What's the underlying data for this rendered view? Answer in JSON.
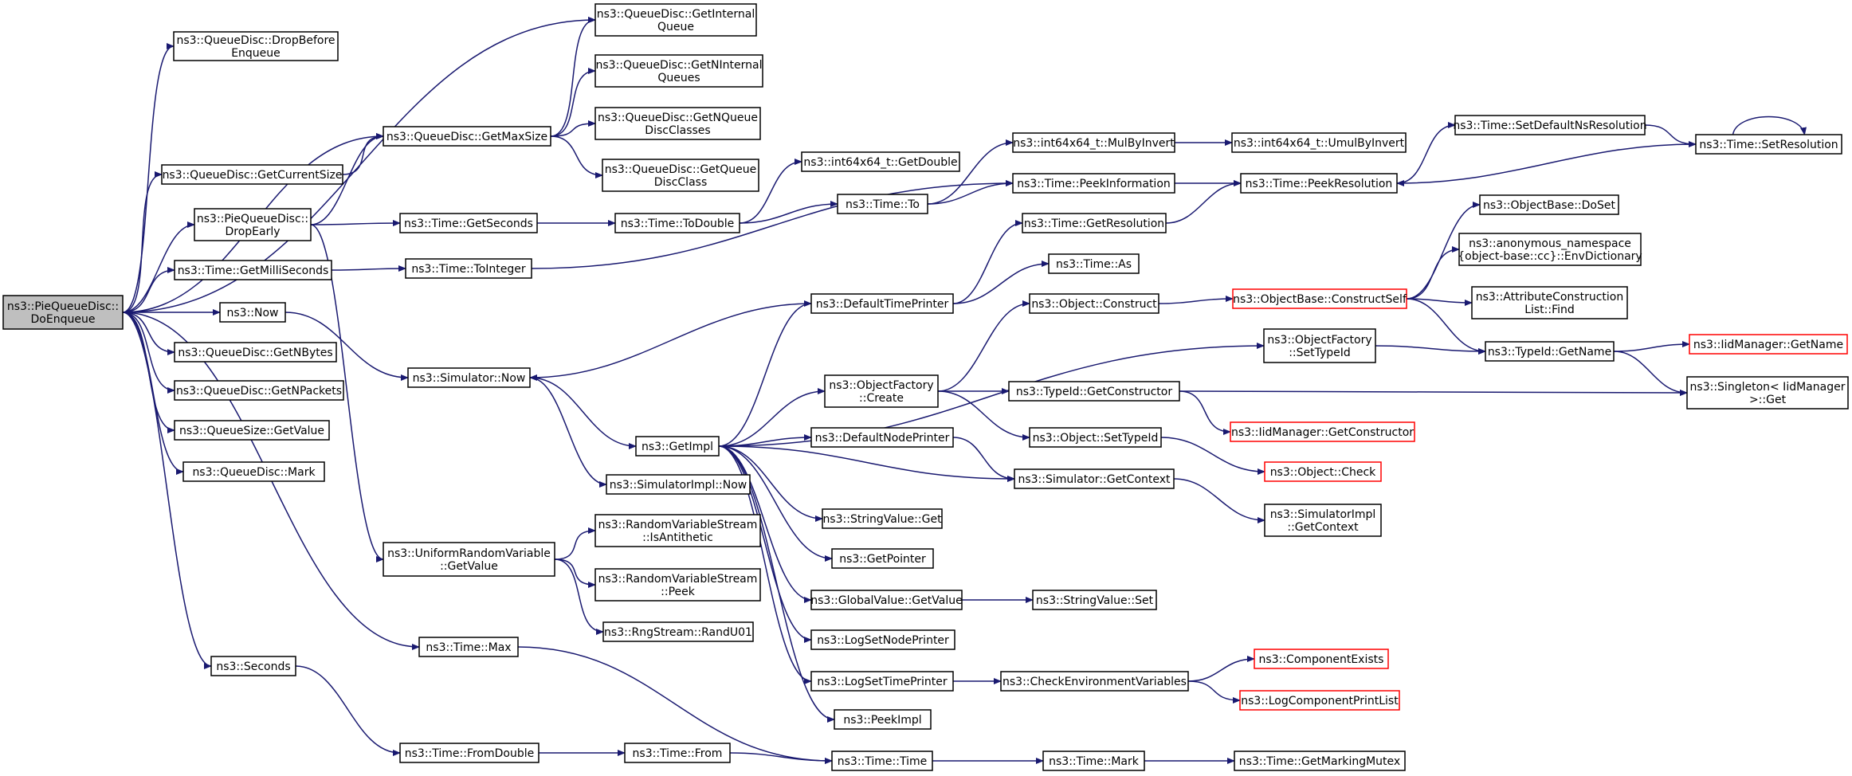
{
  "colors": {
    "edge": "#191970",
    "node_border": "#000000",
    "highlight_border": "#ff0000",
    "root_fill": "#bfbfbf",
    "node_fill": "#ffffff"
  },
  "nodes": [
    {
      "id": "root",
      "lines": [
        "ns3::PieQueueDisc::",
        "DoEnqueue"
      ],
      "style": "root"
    },
    {
      "id": "qd_dropbefore",
      "lines": [
        "ns3::QueueDisc::DropBefore",
        "Enqueue"
      ]
    },
    {
      "id": "qd_getcursize",
      "lines": [
        "ns3::QueueDisc::GetCurrentSize"
      ]
    },
    {
      "id": "pie_dropearly",
      "lines": [
        "ns3::PieQueueDisc::",
        "DropEarly"
      ]
    },
    {
      "id": "time_getmilli",
      "lines": [
        "ns3::Time::GetMilliSeconds"
      ]
    },
    {
      "id": "now",
      "lines": [
        "ns3::Now"
      ]
    },
    {
      "id": "qd_getnbytes",
      "lines": [
        "ns3::QueueDisc::GetNBytes"
      ]
    },
    {
      "id": "qd_getnpackets",
      "lines": [
        "ns3::QueueDisc::GetNPackets"
      ]
    },
    {
      "id": "qs_getvalue",
      "lines": [
        "ns3::QueueSize::GetValue"
      ]
    },
    {
      "id": "qd_mark",
      "lines": [
        "ns3::QueueDisc::Mark"
      ]
    },
    {
      "id": "seconds",
      "lines": [
        "ns3::Seconds"
      ]
    },
    {
      "id": "qd_getmaxsize",
      "lines": [
        "ns3::QueueDisc::GetMaxSize"
      ]
    },
    {
      "id": "qd_getinternalq",
      "lines": [
        "ns3::QueueDisc::GetInternal",
        "Queue"
      ]
    },
    {
      "id": "qd_getninternalq",
      "lines": [
        "ns3::QueueDisc::GetNInternal",
        "Queues"
      ]
    },
    {
      "id": "qd_getnqdc",
      "lines": [
        "ns3::QueueDisc::GetNQueue",
        "DiscClasses"
      ]
    },
    {
      "id": "qd_getqdc",
      "lines": [
        "ns3::QueueDisc::GetQueue",
        "DiscClass"
      ]
    },
    {
      "id": "time_getseconds",
      "lines": [
        "ns3::Time::GetSeconds"
      ]
    },
    {
      "id": "time_toint",
      "lines": [
        "ns3::Time::ToInteger"
      ]
    },
    {
      "id": "sim_now",
      "lines": [
        "ns3::Simulator::Now"
      ]
    },
    {
      "id": "urv_getvalue",
      "lines": [
        "ns3::UniformRandomVariable",
        "::GetValue"
      ]
    },
    {
      "id": "time_max",
      "lines": [
        "ns3::Time::Max"
      ]
    },
    {
      "id": "time_fromdouble",
      "lines": [
        "ns3::Time::FromDouble"
      ]
    },
    {
      "id": "int_getdouble",
      "lines": [
        "ns3::int64x64_t::GetDouble"
      ]
    },
    {
      "id": "time_todouble",
      "lines": [
        "ns3::Time::ToDouble"
      ]
    },
    {
      "id": "getimpl",
      "lines": [
        "ns3::GetImpl"
      ]
    },
    {
      "id": "simimpl_now",
      "lines": [
        "ns3::SimulatorImpl::Now"
      ]
    },
    {
      "id": "rvs_isanti",
      "lines": [
        "ns3::RandomVariableStream",
        "::IsAntithetic"
      ]
    },
    {
      "id": "rvs_peek",
      "lines": [
        "ns3::RandomVariableStream",
        "::Peek"
      ]
    },
    {
      "id": "rng_randu01",
      "lines": [
        "ns3::RngStream::RandU01"
      ]
    },
    {
      "id": "time_from",
      "lines": [
        "ns3::Time::From"
      ]
    },
    {
      "id": "time_to",
      "lines": [
        "ns3::Time::To"
      ]
    },
    {
      "id": "defaulttimeprinter",
      "lines": [
        "ns3::DefaultTimePrinter"
      ]
    },
    {
      "id": "of_create",
      "lines": [
        "ns3::ObjectFactory",
        "::Create"
      ]
    },
    {
      "id": "defaultnodeprinter",
      "lines": [
        "ns3::DefaultNodePrinter"
      ]
    },
    {
      "id": "stringvalue_get",
      "lines": [
        "ns3::StringValue::Get"
      ]
    },
    {
      "id": "getpointer",
      "lines": [
        "ns3::GetPointer"
      ]
    },
    {
      "id": "gv_getvalue",
      "lines": [
        "ns3::GlobalValue::GetValue"
      ]
    },
    {
      "id": "logsetnodeprinter",
      "lines": [
        "ns3::LogSetNodePrinter"
      ]
    },
    {
      "id": "logsettimeprinter",
      "lines": [
        "ns3::LogSetTimePrinter"
      ]
    },
    {
      "id": "peekimpl",
      "lines": [
        "ns3::PeekImpl"
      ]
    },
    {
      "id": "time_time",
      "lines": [
        "ns3::Time::Time"
      ]
    },
    {
      "id": "int_mulbyinvert",
      "lines": [
        "ns3::int64x64_t::MulByInvert"
      ]
    },
    {
      "id": "time_peekinfo",
      "lines": [
        "ns3::Time::PeekInformation"
      ]
    },
    {
      "id": "time_getres",
      "lines": [
        "ns3::Time::GetResolution"
      ]
    },
    {
      "id": "time_as",
      "lines": [
        "ns3::Time::As"
      ]
    },
    {
      "id": "obj_construct",
      "lines": [
        "ns3::Object::Construct"
      ]
    },
    {
      "id": "typeid_getconstructor",
      "lines": [
        "ns3::TypeId::GetConstructor"
      ]
    },
    {
      "id": "obj_settypeid",
      "lines": [
        "ns3::Object::SetTypeId"
      ]
    },
    {
      "id": "sim_getcontext",
      "lines": [
        "ns3::Simulator::GetContext"
      ]
    },
    {
      "id": "stringvalue_set",
      "lines": [
        "ns3::StringValue::Set"
      ]
    },
    {
      "id": "checkenvvars",
      "lines": [
        "ns3::CheckEnvironmentVariables"
      ]
    },
    {
      "id": "time_mark",
      "lines": [
        "ns3::Time::Mark"
      ]
    },
    {
      "id": "int_umulbyinvert",
      "lines": [
        "ns3::int64x64_t::UmulByInvert"
      ]
    },
    {
      "id": "time_peekres",
      "lines": [
        "ns3::Time::PeekResolution"
      ]
    },
    {
      "id": "ob_constructself",
      "lines": [
        "ns3::ObjectBase::ConstructSelf"
      ],
      "style": "highlight"
    },
    {
      "id": "of_settypeid",
      "lines": [
        "ns3::ObjectFactory",
        "::SetTypeId"
      ]
    },
    {
      "id": "iid_getconstructor",
      "lines": [
        "ns3::IidManager::GetConstructor"
      ],
      "style": "highlight"
    },
    {
      "id": "obj_check",
      "lines": [
        "ns3::Object::Check"
      ],
      "style": "highlight"
    },
    {
      "id": "simimpl_getcontext",
      "lines": [
        "ns3::SimulatorImpl",
        "::GetContext"
      ]
    },
    {
      "id": "componentexists",
      "lines": [
        "ns3::ComponentExists"
      ],
      "style": "highlight"
    },
    {
      "id": "logcomponentprintlist",
      "lines": [
        "ns3::LogComponentPrintList"
      ],
      "style": "highlight"
    },
    {
      "id": "time_getmarkingmutex",
      "lines": [
        "ns3::Time::GetMarkingMutex"
      ]
    },
    {
      "id": "time_setdefaultns",
      "lines": [
        "ns3::Time::SetDefaultNsResolution"
      ]
    },
    {
      "id": "ob_doset",
      "lines": [
        "ns3::ObjectBase::DoSet"
      ]
    },
    {
      "id": "anon_envdict",
      "lines": [
        "ns3::anonymous_namespace",
        "{object-base::cc}::EnvDictionary"
      ]
    },
    {
      "id": "attrconstlist_find",
      "lines": [
        "ns3::AttributeConstruction",
        "List::Find"
      ]
    },
    {
      "id": "typeid_getname",
      "lines": [
        "ns3::TypeId::GetName"
      ]
    },
    {
      "id": "time_setres",
      "lines": [
        "ns3::Time::SetResolution"
      ]
    },
    {
      "id": "iid_getname",
      "lines": [
        "ns3::IidManager::GetName"
      ],
      "style": "highlight"
    },
    {
      "id": "singleton_get",
      "lines": [
        "ns3::Singleton< IidManager",
        " >::Get"
      ]
    }
  ],
  "edges": [
    [
      "root",
      "qd_dropbefore"
    ],
    [
      "root",
      "qd_getinternalq"
    ],
    [
      "root",
      "qd_getmaxsize"
    ],
    [
      "root",
      "qd_getcursize"
    ],
    [
      "root",
      "pie_dropearly"
    ],
    [
      "root",
      "time_getmilli"
    ],
    [
      "root",
      "now"
    ],
    [
      "root",
      "qd_getnbytes"
    ],
    [
      "root",
      "qd_getnpackets"
    ],
    [
      "root",
      "qs_getvalue"
    ],
    [
      "root",
      "qd_mark"
    ],
    [
      "root",
      "seconds"
    ],
    [
      "root",
      "time_max"
    ],
    [
      "qd_getcursize",
      "qd_getmaxsize"
    ],
    [
      "qd_getmaxsize",
      "qd_getinternalq"
    ],
    [
      "qd_getmaxsize",
      "qd_getninternalq"
    ],
    [
      "qd_getmaxsize",
      "qd_getnqdc"
    ],
    [
      "qd_getmaxsize",
      "qd_getqdc"
    ],
    [
      "pie_dropearly",
      "qd_getmaxsize"
    ],
    [
      "pie_dropearly",
      "time_getseconds"
    ],
    [
      "pie_dropearly",
      "urv_getvalue"
    ],
    [
      "time_getmilli",
      "time_toint"
    ],
    [
      "now",
      "sim_now"
    ],
    [
      "seconds",
      "time_fromdouble"
    ],
    [
      "time_getseconds",
      "time_todouble"
    ],
    [
      "time_toint",
      "time_peekinfo"
    ],
    [
      "sim_now",
      "getimpl"
    ],
    [
      "sim_now",
      "simimpl_now"
    ],
    [
      "urv_getvalue",
      "rvs_isanti"
    ],
    [
      "urv_getvalue",
      "rvs_peek"
    ],
    [
      "urv_getvalue",
      "rng_randu01"
    ],
    [
      "time_max",
      "time_time"
    ],
    [
      "time_fromdouble",
      "time_from"
    ],
    [
      "time_todouble",
      "int_getdouble"
    ],
    [
      "time_todouble",
      "time_to"
    ],
    [
      "getimpl",
      "defaulttimeprinter"
    ],
    [
      "getimpl",
      "of_settypeid"
    ],
    [
      "getimpl",
      "of_create"
    ],
    [
      "getimpl",
      "defaultnodeprinter"
    ],
    [
      "getimpl",
      "sim_getcontext"
    ],
    [
      "getimpl",
      "stringvalue_get"
    ],
    [
      "getimpl",
      "getpointer"
    ],
    [
      "getimpl",
      "gv_getvalue"
    ],
    [
      "getimpl",
      "logsetnodeprinter"
    ],
    [
      "getimpl",
      "logsettimeprinter"
    ],
    [
      "getimpl",
      "peekimpl"
    ],
    [
      "time_from",
      "time_time"
    ],
    [
      "time_to",
      "int_mulbyinvert"
    ],
    [
      "time_to",
      "time_peekinfo"
    ],
    [
      "defaulttimeprinter",
      "sim_now"
    ],
    [
      "defaulttimeprinter",
      "time_getres"
    ],
    [
      "defaulttimeprinter",
      "time_as"
    ],
    [
      "of_create",
      "obj_construct"
    ],
    [
      "of_create",
      "typeid_getconstructor"
    ],
    [
      "of_create",
      "obj_settypeid"
    ],
    [
      "defaultnodeprinter",
      "sim_getcontext"
    ],
    [
      "gv_getvalue",
      "stringvalue_set"
    ],
    [
      "logsettimeprinter",
      "checkenvvars"
    ],
    [
      "time_time",
      "time_mark"
    ],
    [
      "int_mulbyinvert",
      "int_umulbyinvert"
    ],
    [
      "time_peekinfo",
      "time_peekres"
    ],
    [
      "time_getres",
      "time_peekres"
    ],
    [
      "obj_construct",
      "ob_constructself"
    ],
    [
      "typeid_getconstructor",
      "iid_getconstructor"
    ],
    [
      "typeid_getconstructor",
      "singleton_get"
    ],
    [
      "obj_settypeid",
      "obj_check"
    ],
    [
      "sim_getcontext",
      "simimpl_getcontext"
    ],
    [
      "checkenvvars",
      "componentexists"
    ],
    [
      "checkenvvars",
      "logcomponentprintlist"
    ],
    [
      "time_mark",
      "time_getmarkingmutex"
    ],
    [
      "time_peekres",
      "time_setdefaultns"
    ],
    [
      "ob_constructself",
      "ob_doset"
    ],
    [
      "ob_constructself",
      "anon_envdict"
    ],
    [
      "ob_constructself",
      "attrconstlist_find"
    ],
    [
      "ob_constructself",
      "typeid_getname"
    ],
    [
      "of_settypeid",
      "typeid_getname"
    ],
    [
      "typeid_getname",
      "iid_getname"
    ],
    [
      "typeid_getname",
      "singleton_get"
    ],
    [
      "time_setdefaultns",
      "time_setres"
    ],
    [
      "time_setres",
      "time_setres"
    ],
    [
      "time_setres",
      "time_peekres"
    ]
  ]
}
